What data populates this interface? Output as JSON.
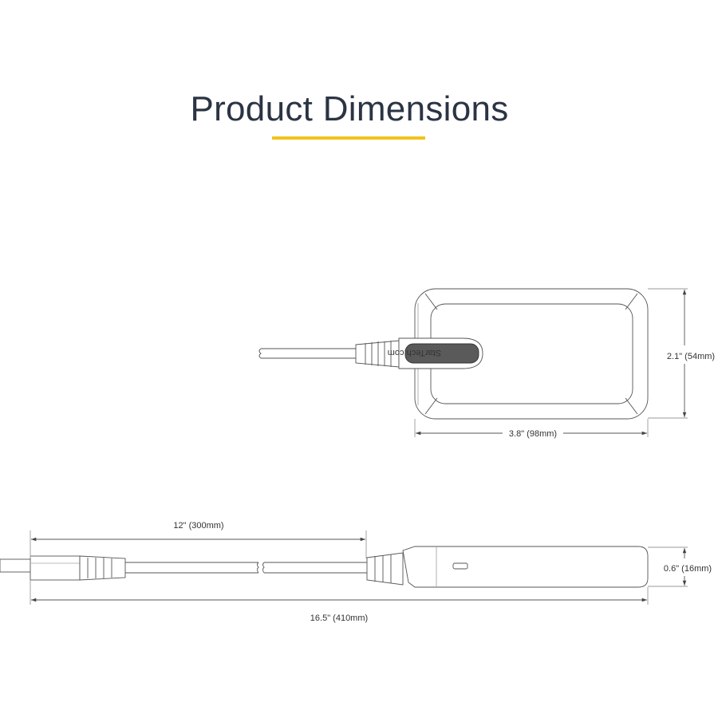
{
  "title": "Product Dimensions",
  "accent_color": "#f2c21b",
  "logo_text": "StarTech.com",
  "dimensions": {
    "width": "3.8\" (98mm)",
    "height": "2.1\" (54mm)",
    "cable_length": "12\" (300mm)",
    "overall_length": "16.5\" (410mm)",
    "depth": "0.6\" (16mm)"
  }
}
